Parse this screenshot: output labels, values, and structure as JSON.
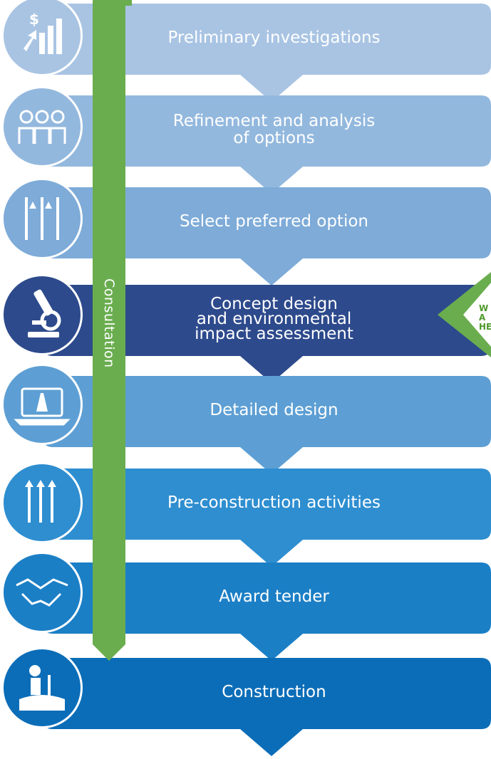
{
  "steps": [
    {
      "lines": [
        "Preliminary investigations"
      ],
      "color": "#a9c4e3",
      "icon": "revenue-chart-icon"
    },
    {
      "lines": [
        "Refinement and analysis",
        "of options"
      ],
      "color": "#93b8de",
      "icon": "people-group-icon"
    },
    {
      "lines": [
        "Select preferred option"
      ],
      "color": "#7eabd8",
      "icon": "road-lanes-icon"
    },
    {
      "lines": [
        "Concept design",
        "and environmental",
        "impact assessment"
      ],
      "color": "#2d4a8c",
      "icon": "microscope-icon"
    },
    {
      "lines": [
        "Detailed design"
      ],
      "color": "#5d9fd4",
      "icon": "laptop-road-icon"
    },
    {
      "lines": [
        "Pre-construction activities"
      ],
      "color": "#2e8ed0",
      "icon": "traffic-lanes-icon"
    },
    {
      "lines": [
        "Award tender"
      ],
      "color": "#1b7fc6",
      "icon": "handshake-icon"
    },
    {
      "lines": [
        "Construction"
      ],
      "color": "#0b6db8",
      "icon": "road-worker-icon"
    }
  ],
  "consultation": {
    "label": "Consultation",
    "color": "#6aad4f"
  },
  "badge": {
    "lines": [
      "W",
      "A",
      "HE"
    ],
    "color": "#6aad4f"
  }
}
